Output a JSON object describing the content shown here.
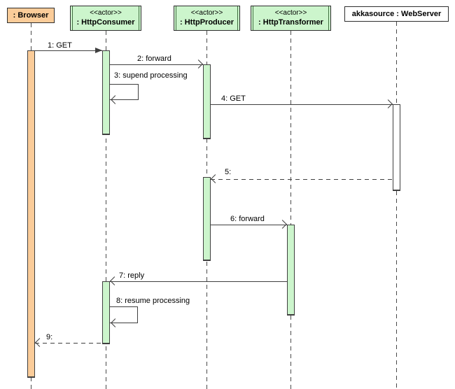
{
  "diagram": {
    "type": "uml-sequence-diagram",
    "participants": [
      {
        "stereotype": "",
        "name": ": Browser"
      },
      {
        "stereotype": "<<actor>>",
        "name": ": HttpConsumer"
      },
      {
        "stereotype": "<<actor>>",
        "name": ": HttpProducer"
      },
      {
        "stereotype": "<<actor>>",
        "name": ": HttpTransformer"
      },
      {
        "stereotype": "",
        "name": "akkasource : WebServer"
      }
    ],
    "messages": [
      {
        "label": "1: GET",
        "from": ": Browser",
        "to": ": HttpConsumer",
        "line": "solid",
        "arrow": "filled"
      },
      {
        "label": "2: forward",
        "from": ": HttpConsumer",
        "to": ": HttpProducer",
        "line": "solid",
        "arrow": "open"
      },
      {
        "label": "3: supend processing",
        "from": ": HttpConsumer",
        "to": ": HttpConsumer",
        "line": "solid",
        "arrow": "open",
        "self": true
      },
      {
        "label": "4: GET",
        "from": ": HttpProducer",
        "to": "akkasource : WebServer",
        "line": "solid",
        "arrow": "open"
      },
      {
        "label": "5:",
        "from": "akkasource : WebServer",
        "to": ": HttpProducer",
        "line": "dashed",
        "arrow": "open"
      },
      {
        "label": "6: forward",
        "from": ": HttpProducer",
        "to": ": HttpTransformer",
        "line": "solid",
        "arrow": "open"
      },
      {
        "label": "7: reply",
        "from": ": HttpTransformer",
        "to": ": HttpConsumer",
        "line": "solid",
        "arrow": "open"
      },
      {
        "label": "8: resume processing",
        "from": ": HttpConsumer",
        "to": ": HttpConsumer",
        "line": "solid",
        "arrow": "open",
        "self": true
      },
      {
        "label": "9:",
        "from": ": HttpConsumer",
        "to": ": Browser",
        "line": "dashed",
        "arrow": "open"
      }
    ],
    "colors": {
      "browser_fill": "#FBCC99",
      "actor_fill": "#CCF5CC",
      "plain_fill": "#FFFFFF",
      "line": "#3F3F3F",
      "lifeline": "#4A4A4A",
      "border": "#2E2E2E",
      "inner_line": "#3F6F3F"
    }
  }
}
